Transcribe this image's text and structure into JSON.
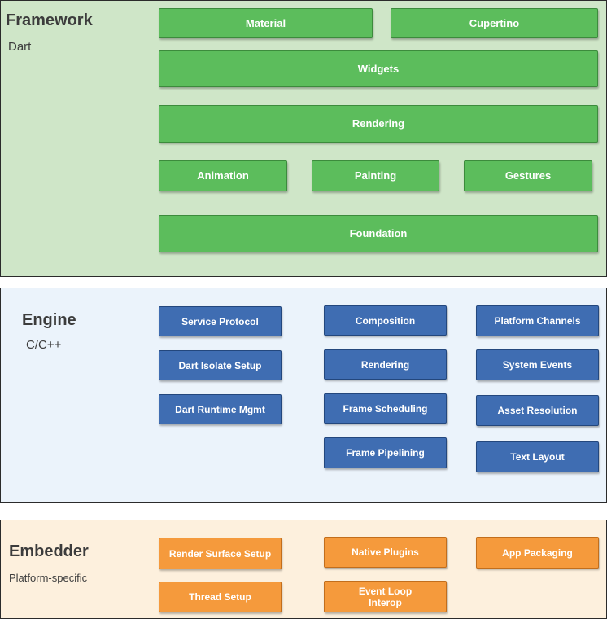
{
  "framework": {
    "title": "Framework",
    "subtitle": "Dart",
    "boxes": [
      "Material",
      "Cupertino",
      "Widgets",
      "Rendering",
      "Animation",
      "Painting",
      "Gestures",
      "Foundation"
    ]
  },
  "engine": {
    "title": "Engine",
    "subtitle": "C/C++",
    "boxes": [
      "Service Protocol",
      "Dart Isolate Setup",
      "Dart Runtime Mgmt",
      "Composition",
      "Rendering",
      "Frame Scheduling",
      "Frame Pipelining",
      "Platform Channels",
      "System Events",
      "Asset Resolution",
      "Text Layout"
    ]
  },
  "embedder": {
    "title": "Embedder",
    "subtitle": "Platform-specific",
    "boxes": [
      "Render Surface Setup",
      "Thread Setup",
      "Native Plugins",
      "Event Loop\nInterop",
      "App Packaging"
    ]
  },
  "colors": {
    "framework_bg": "#cfe6c8",
    "framework_box": "#5cbd5c",
    "engine_bg": "#ebf3fb",
    "engine_box": "#3f6db2",
    "embedder_bg": "#fdf0dd",
    "embedder_box": "#f59a3c"
  }
}
